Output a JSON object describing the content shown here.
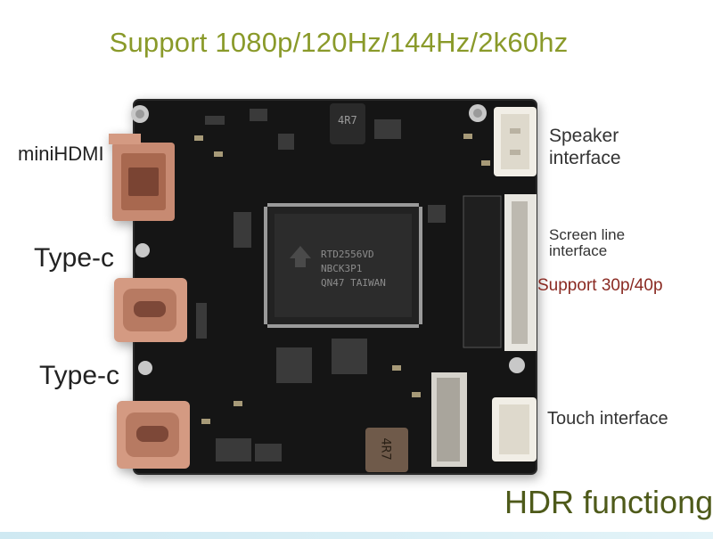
{
  "headline": "Support 1080p/120Hz/144Hz/2k60hz",
  "labels": {
    "mini_hdmi": "miniHDMI",
    "type_c_1": "Type-c",
    "type_c_2": "Type-c",
    "speaker_line1": "Speaker",
    "speaker_line2": "interface",
    "screen_line1": "Screen line",
    "screen_line2": "interface",
    "support_30p": "Support 30p/40p",
    "touch": "Touch interface",
    "hdr": "HDR functiong"
  },
  "board": {
    "chip_marking_1": "RTD2556VD",
    "chip_marking_2": "NBCK3P1",
    "chip_marking_3": "QN47 TAIWAN",
    "inductor_marking": "4R7",
    "inductor_marking_2": "4R7"
  },
  "colors": {
    "headline": "#8a9a2a",
    "support_30p": "#8a2a22",
    "hdr": "#4e5a1a",
    "pcb": "#151515",
    "connector_copper": "#d49a82"
  }
}
